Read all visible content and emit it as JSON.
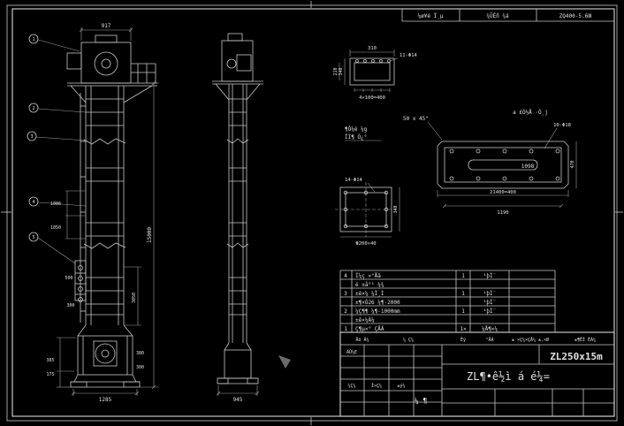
{
  "top_strip": {
    "cell1": "¼ø¥é Ï¸µ",
    "cell2": "¾ÛÊñ ¾á",
    "cell3": "ZQ400-5.6Ⅲ"
  },
  "front": {
    "balloons": [
      "1",
      "2",
      "3",
      "4",
      "5"
    ],
    "dim_top": "917",
    "dim_height": "15000",
    "dim_mid": "3050",
    "dl1": "1086",
    "dl2": "1050",
    "dl3": "500",
    "dl4": "300",
    "dl5": "385",
    "dl6": "175",
    "dr1": "380",
    "dr2": "300",
    "dim_bottom": "1285"
  },
  "side": {
    "dim_bottom": "945"
  },
  "detail_a": {
    "dim_top": "310",
    "holes": "11-Φ14",
    "dim_left": "340",
    "dim_left2": "210",
    "dim_bottom": "4×100=400",
    "note1": "¶Ô¼é ¼g",
    "note2": "ÏÌ¶ Ò¿°"
  },
  "chamfer": {
    "note": "50 x 45°"
  },
  "detail_b": {
    "title": "a £Ò½Å ·Ò¸j",
    "holes": "10-Φ18",
    "slot": "1098",
    "dimb1": "21400=400",
    "dimb2": "1190",
    "dim_right": "470"
  },
  "detail_c": {
    "holes": "14-Φ14",
    "dim_right": "340",
    "dim_bottom": "Φ200×40"
  },
  "bom": {
    "rows": [
      {
        "no": "4",
        "name": "Í¼ç ×°Åä",
        "qty": "1",
        "mat": "¹þÌ¨"
      },
      {
        "no": "",
        "name": "é ±å°¹ ¼¾",
        "qty": "",
        "mat": ""
      },
      {
        "no": "3",
        "name": "±ê×¼ ¼Ï¸Ì",
        "qty": "1",
        "mat": "¹þÌ¨"
      },
      {
        "no": "",
        "name": "±¶×Ó26 ¼¶-2000",
        "qty": "",
        "mat": "¹þÌ¨"
      },
      {
        "no": "2",
        "name": "¼Ç¶¶ ¼¶-1000mm",
        "qty": "1",
        "mat": "¹þÌ¨"
      },
      {
        "no": "",
        "name": "±ê×¼Á¼",
        "qty": "",
        "mat": ""
      },
      {
        "no": "1",
        "name": "Ç¶µ×° ÇÅÄ",
        "qty": "1×",
        "mat": "¼Å¶×¼"
      }
    ],
    "header": {
      "h1": "Åõ Á¼",
      "h2": "¼ Ç¼",
      "h3": "Êý",
      "h4": "²ÄÁ",
      "h5": "± ×Ç¼×ÇÅ¼ ±,×Ø"
    }
  },
  "title_block": {
    "product": "ZL¶•ê½ì á é¼=",
    "model": "ZL250x15m",
    "stamp": "ÃÛ¼E",
    "m1": "¼Ç¼",
    "m2": "Ì×Ç¼",
    "m3": "±ý¼",
    "type_label": "¼ ¶",
    "r1": "±¶ÊÌ ÊÁ¼"
  }
}
